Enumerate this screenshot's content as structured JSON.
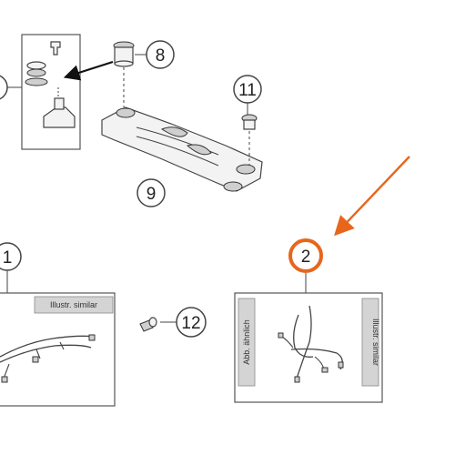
{
  "callouts": {
    "c8": "8",
    "c11": "11",
    "c9": "9",
    "c1": "1",
    "c12": "12",
    "c2": "2"
  },
  "labels": {
    "illustr_similar_left": "Illustr. similar",
    "abb_ahnlich": "Abb. ähnlich",
    "illustr_similar_right": "Illustr. similar"
  },
  "colors": {
    "highlight": "#e8661c",
    "line": "#444444"
  }
}
